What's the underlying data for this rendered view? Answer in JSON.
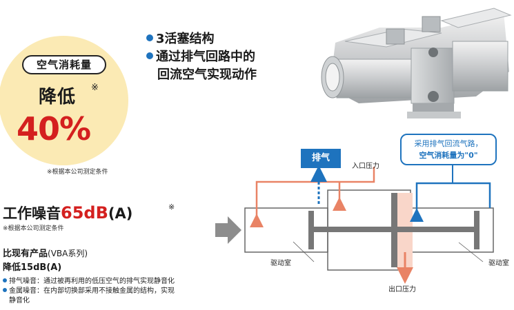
{
  "badge": {
    "pill_label": "空气消耗量",
    "reduce_label": "降低",
    "reduce_mark": "※",
    "percent": "40%",
    "note": "※根据本公司测定条件"
  },
  "features": [
    "3活塞结构",
    "通过排气回路中的",
    "回流空气实现动作"
  ],
  "noise": {
    "title_prefix": "工作噪音",
    "value": "65dB",
    "unit": "(A)",
    "star": "※",
    "note": "※根据本公司测定条件"
  },
  "comparison": {
    "line1_bold": "比现有产品",
    "line1_small": "(VBA系列)",
    "line2": "降低15dB(A)"
  },
  "descriptions": [
    "排气噪音：通过被再利用的低压空气的排气实现静音化",
    "金属噪音：在内部切换部采用不接触金属的结构，实现",
    "静音化"
  ],
  "diagram": {
    "exhaust_label": "排气",
    "inlet_pressure": "入口压力",
    "outlet_pressure": "出口压力",
    "drive_chamber_left": "驱动室",
    "drive_chamber_right": "驱动室",
    "callout_line1": "采用排气回流气路，",
    "callout_line2": "空气消耗量为\"0\""
  },
  "colors": {
    "accent_red": "#d4201f",
    "accent_blue": "#1e73be",
    "salmon": "#e98365",
    "badge_bg": "#fbeab4"
  }
}
